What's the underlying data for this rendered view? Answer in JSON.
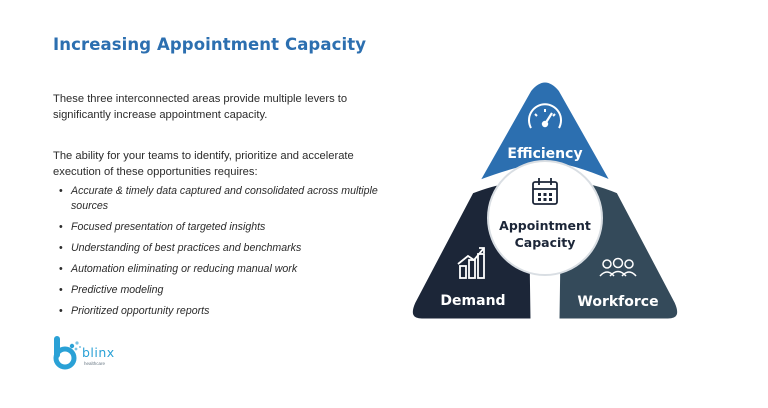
{
  "header": {
    "title": "Increasing Appointment Capacity"
  },
  "content": {
    "intro": "These three interconnected areas provide multiple levers to significantly increase appointment capacity.",
    "lead": "The ability for your teams to identify, prioritize and accelerate execution of these opportunities requires:",
    "bullets": [
      "Accurate & timely data captured and consolidated across multiple sources",
      "Focused presentation of targeted insights",
      "Understanding of best practices and benchmarks",
      "Automation eliminating or reducing manual work",
      "Predictive modeling",
      "Prioritized opportunity reports"
    ]
  },
  "diagram": {
    "center": {
      "line1": "Appointment",
      "line2": "Capacity",
      "icon": "calendar-icon"
    },
    "segments": [
      {
        "label": "Efficiency",
        "icon": "speedometer-icon",
        "color": "#2c6fb0"
      },
      {
        "label": "Demand",
        "icon": "bar-chart-icon",
        "color": "#1c2638"
      },
      {
        "label": "Workforce",
        "icon": "team-icon",
        "color": "#344a5a"
      }
    ]
  },
  "brand": {
    "name": "blinx",
    "tagline": "healthcare",
    "color": "#2aa1d6"
  }
}
